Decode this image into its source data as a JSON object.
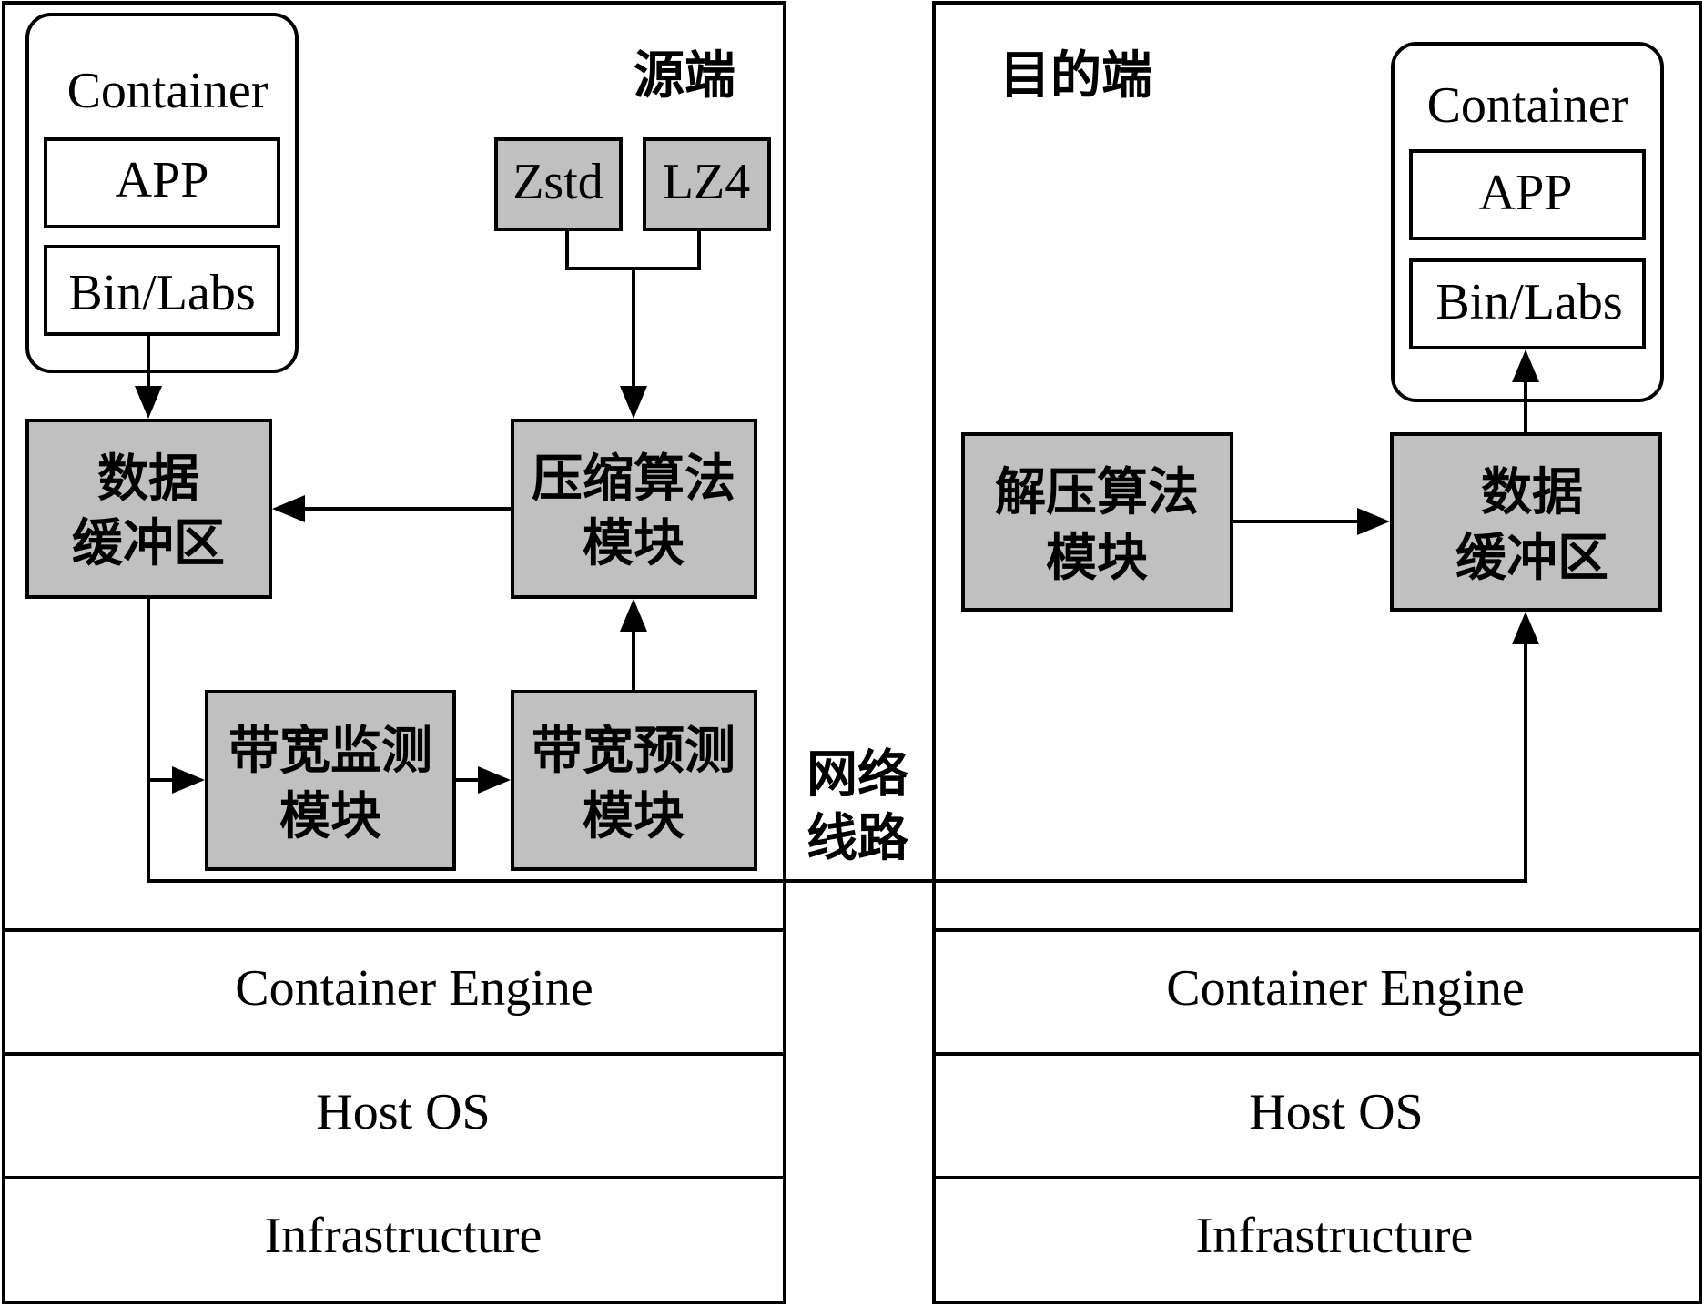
{
  "source": {
    "title": "源端",
    "container": {
      "title": "Container",
      "app": "APP",
      "bin": "Bin/Labs"
    },
    "zstd": "Zstd",
    "lz4": "LZ4",
    "compress": [
      "压缩算法",
      "模块"
    ],
    "buffer": [
      "数据",
      "缓冲区"
    ],
    "bw_monitor": [
      "带宽监测",
      "模块"
    ],
    "bw_predict": [
      "带宽预测",
      "模块"
    ],
    "layers": {
      "engine": "Container Engine",
      "os": "Host OS",
      "infra": "Infrastructure"
    }
  },
  "network": [
    "网络",
    "线路"
  ],
  "dest": {
    "title": "目的端",
    "container": {
      "title": "Container",
      "app": "APP",
      "bin": "Bin/Labs"
    },
    "decompress": [
      "解压算法",
      "模块"
    ],
    "buffer": [
      "数据",
      "缓冲区"
    ],
    "layers": {
      "engine": "Container Engine",
      "os": "Host OS",
      "infra": "Infrastructure"
    }
  },
  "colors": {
    "module_fill": "#c0c0c0",
    "stroke": "#000000",
    "background": "#ffffff"
  }
}
